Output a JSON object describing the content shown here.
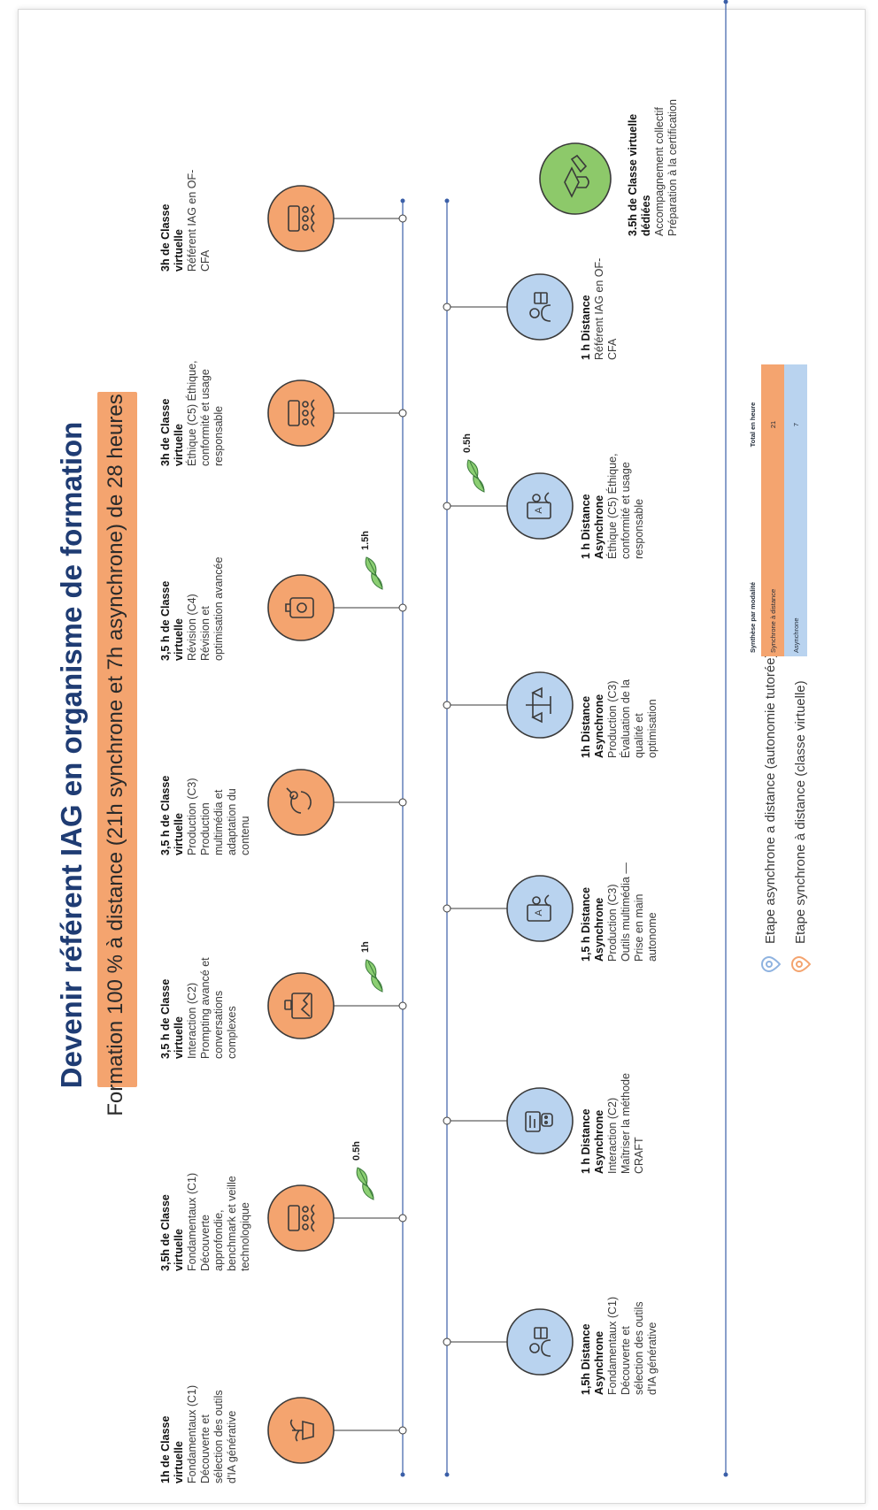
{
  "title": "Devenir référent IAG en organisme de formation",
  "subtitle": "Formation 100 % à distance (21h synchrone et 7h asynchrone) de 28 heures",
  "colors": {
    "synchrone": "#f4a46f",
    "asynchrone": "#b9d3ef",
    "dedie": "#8dc96a",
    "leaf": "#8ccf73",
    "line": "#3b5fa8",
    "title": "#1f3c73"
  },
  "synchronous_steps": [
    {
      "bold": "1h de Classe virtuelle",
      "body": "Fondamentaux (C1) Découverte et sélection des outils d'IA générative",
      "icon": "pot-plant-icon"
    },
    {
      "bold": "3,5h de Classe virtuelle",
      "body": "Fondamentaux (C1) Découverte approfondie, benchmark et veille technologique",
      "icon": "group-presentation-icon"
    },
    {
      "bold": "3,5 h de Classe virtuelle",
      "body": "Interaction (C2) Prompting avancé et conversations complexes",
      "icon": "image-chat-icon"
    },
    {
      "bold": "3,5 h de Classe virtuelle",
      "body": "Production (C3) Production multimédia et adaptation du contenu",
      "icon": "search-refresh-icon"
    },
    {
      "bold": "3,5 h de Classe virtuelle",
      "body": "Révision (C4) Révision et optimisation avancée",
      "icon": "badge-icon"
    },
    {
      "bold": "3h de Classe virtuelle",
      "body": "Éthique (C5) Éthique, conformité et usage responsable",
      "icon": "group-presentation-icon"
    },
    {
      "bold": "3h de Classe virtuelle",
      "body": "Référent IAG en OF-CFA",
      "icon": "group-presentation-icon"
    }
  ],
  "asynchronous_steps": [
    {
      "bold": "1,5h Distance Asynchrone",
      "body": "Fondamentaux (C1) Découverte et sélection des outils d'IA générative",
      "icon": "user-desk-icon"
    },
    {
      "bold": "1 h Distance Asynchrone",
      "body": "Interaction (C2) Maîtriser la méthode CRAFT",
      "icon": "chat-robot-icon"
    },
    {
      "bold": "1,5 h Distance Asynchrone",
      "body": "Production (C3) Outils multimédia — Prise en main autonome",
      "icon": "document-user-icon"
    },
    {
      "bold": "1h Distance Asynchrone",
      "body": "Production (C3) Évaluation de la qualité et optimisation",
      "icon": "balance-icon"
    },
    {
      "bold": "1 h Distance Asynchrone",
      "body": "Éthique (C5) Éthique, conformité et usage responsable",
      "icon": "document-user-icon"
    },
    {
      "bold": "1 h Distance",
      "body": "Référent IAG en OF-CFA",
      "icon": "user-desk-icon"
    }
  ],
  "leaf_markers": [
    "0.5h",
    "1h",
    "1.5h",
    "0.5h"
  ],
  "dedicated": {
    "bold": "3.5h de Classe virtuelle dédiées",
    "body": "Accompagnement collectif Préparation à la certification",
    "icon": "graduation-icon"
  },
  "legend": [
    {
      "text": "Etape  asynchrone a distance (autonomie tutorée)",
      "color": "#b9d3ef"
    },
    {
      "text": "Etape synchrone à distance (classe virtuelle)",
      "color": "#f4a46f"
    }
  ],
  "summary_table": {
    "header": [
      "Synthèse par modalité",
      "Total en heure"
    ],
    "rows": [
      {
        "label": "Synchrone à distance",
        "value": "21"
      },
      {
        "label": "Asynchrone",
        "value": "7"
      }
    ]
  }
}
